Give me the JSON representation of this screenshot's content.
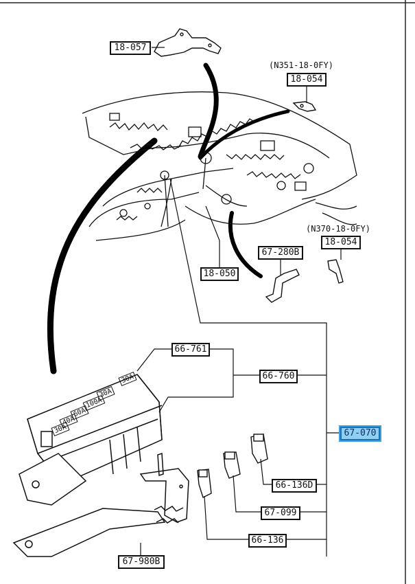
{
  "parts": {
    "p18057": "18-057",
    "p18054a": "18-054",
    "p18054b": "18-054",
    "p67280B": "67-280B",
    "p18050": "18-050",
    "p66761": "66-761",
    "p66760": "66-760",
    "p67070": "67-070",
    "p66136D": "66-136D",
    "p67099": "67-099",
    "p66136": "66-136",
    "p67980B": "67-980B"
  },
  "notes": {
    "n351": "(N351-18-0FY)",
    "n370": "(N370-18-0FY)"
  },
  "fuse_block": {
    "fuses": [
      "30A",
      "30A",
      "100A",
      "60A",
      "40A",
      "30A"
    ]
  },
  "highlight": {
    "selected_part": "67-070",
    "color": "#8fd0f2"
  }
}
